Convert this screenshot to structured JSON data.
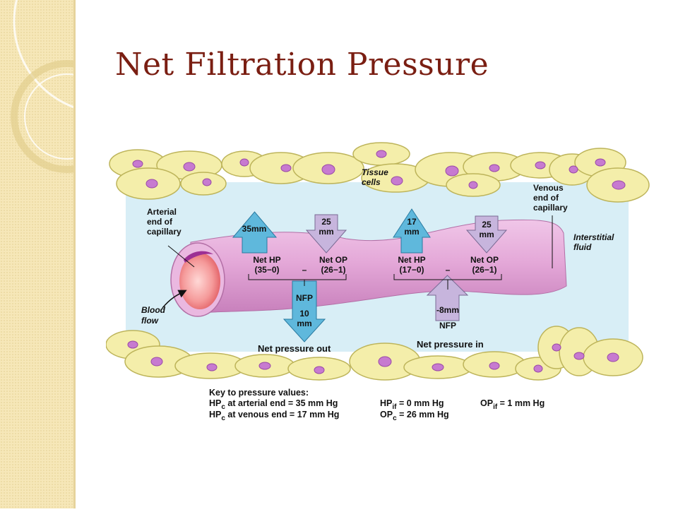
{
  "title": "Net Filtration Pressure",
  "labels": {
    "tissue_cells_1": "Tissue",
    "tissue_cells_2": "cells",
    "venous_1": "Venous",
    "venous_2": "end of",
    "venous_3": "capillary",
    "arterial_1": "Arterial",
    "arterial_2": "end of",
    "arterial_3": "capillary",
    "interstitial_1": "Interstitial",
    "interstitial_2": "fluid",
    "blood_flow_1": "Blood",
    "blood_flow_2": "flow",
    "net_pressure_out": "Net pressure out",
    "net_pressure_in": "Net pressure in"
  },
  "arterial": {
    "hp_arrow": "35mm",
    "op_arrow_1": "25",
    "op_arrow_2": "mm",
    "net_hp": "Net HP",
    "net_hp_calc": "(35−0)",
    "minus": "–",
    "net_op": "Net OP",
    "net_op_calc": "(26−1)",
    "nfp_1": "NFP",
    "nfp_2": "10",
    "nfp_3": "mm"
  },
  "venous": {
    "hp_arrow_1": "17",
    "hp_arrow_2": "mm",
    "op_arrow_1": "25",
    "op_arrow_2": "mm",
    "net_hp": "Net HP",
    "net_hp_calc": "(17−0)",
    "minus": "–",
    "net_op": "Net OP",
    "net_op_calc": "(26−1)",
    "nfp_1": "-8mm",
    "nfp_2": "NFP"
  },
  "key": {
    "heading": "Key to pressure values:",
    "hpc_arterial_pre": "HP",
    "hpc_arterial_sub": "c",
    "hpc_arterial_post": " at arterial end = 35 mm Hg",
    "hpc_venous_pre": "HP",
    "hpc_venous_sub": "c",
    "hpc_venous_post": " at venous end = 17 mm Hg",
    "hpif_pre": "HP",
    "hpif_sub": "if",
    "hpif_post": " = 0 mm Hg",
    "opc_pre": "OP",
    "opc_sub": "c",
    "opc_post": " = 26 mm Hg",
    "opif_pre": "OP",
    "opif_sub": "if",
    "opif_post": " = 1 mm Hg"
  },
  "colors": {
    "title": "#7a1e12",
    "interstitial": "#d8eef6",
    "capillary": "#e3a8d6",
    "cell_fill": "#f4eeaa",
    "cell_stroke": "#bdb45a",
    "nucleus": "#c77ad0",
    "up_arrow": "#5fb8dc",
    "down_arrow": "#c7b5dd",
    "accent_strip": "#f6e7b8"
  }
}
